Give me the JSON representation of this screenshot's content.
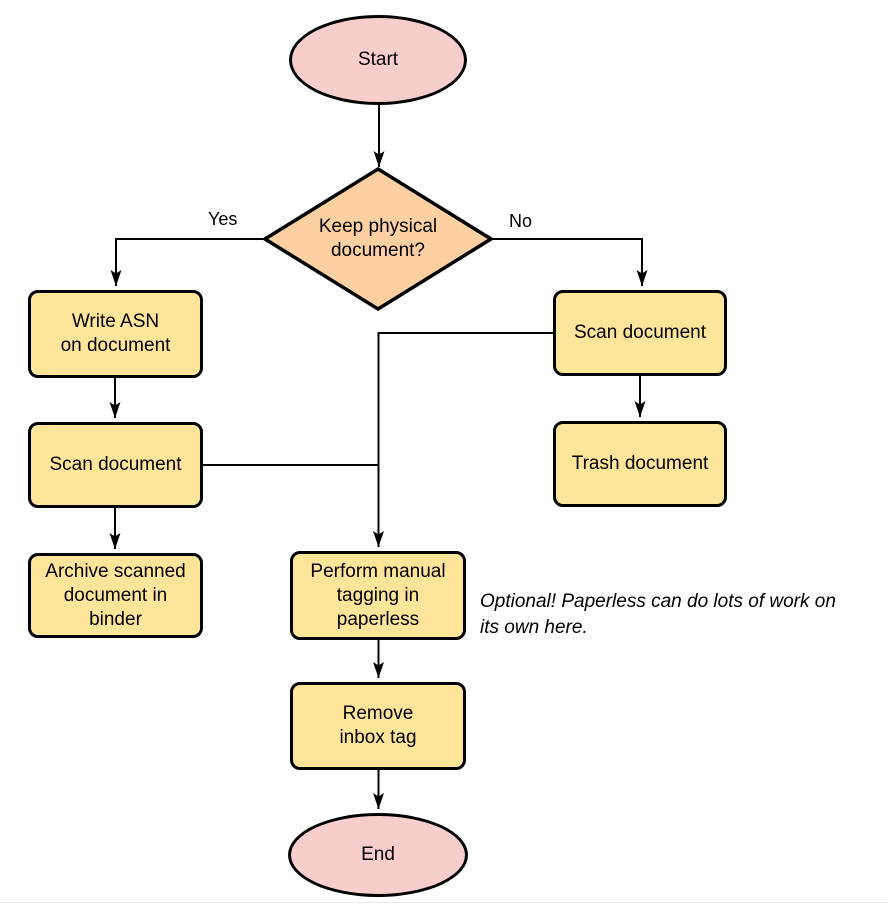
{
  "diagram": {
    "type": "flowchart",
    "nodes": {
      "start": {
        "label": "Start",
        "shape": "ellipse"
      },
      "decision": {
        "label": "Keep physical\ndocument?",
        "shape": "diamond"
      },
      "write_asn": {
        "label": "Write ASN\non document",
        "shape": "rect"
      },
      "scan_left": {
        "label": "Scan document",
        "shape": "rect"
      },
      "archive": {
        "label": "Archive scanned\ndocument in\nbinder",
        "shape": "rect"
      },
      "scan_right": {
        "label": "Scan document",
        "shape": "rect"
      },
      "trash": {
        "label": "Trash document",
        "shape": "rect"
      },
      "perform": {
        "label": "Perform manual\ntagging in\npaperless",
        "shape": "rect"
      },
      "remove": {
        "label": "Remove\ninbox tag",
        "shape": "rect"
      },
      "end": {
        "label": "End",
        "shape": "ellipse"
      }
    },
    "edges": [
      {
        "from": "start",
        "to": "decision",
        "label": ""
      },
      {
        "from": "decision",
        "to": "write_asn",
        "label": "Yes"
      },
      {
        "from": "decision",
        "to": "scan_right",
        "label": "No"
      },
      {
        "from": "write_asn",
        "to": "scan_left",
        "label": ""
      },
      {
        "from": "scan_left",
        "to": "archive",
        "label": ""
      },
      {
        "from": "scan_right",
        "to": "trash",
        "label": ""
      },
      {
        "from": "scan_left",
        "to": "perform",
        "label": ""
      },
      {
        "from": "scan_right",
        "to": "perform",
        "label": ""
      },
      {
        "from": "perform",
        "to": "remove",
        "label": ""
      },
      {
        "from": "remove",
        "to": "end",
        "label": ""
      }
    ],
    "note": "Optional! Paperless can do lots of work on\nits own here.",
    "colors": {
      "terminal_fill": "#f8cecc",
      "decision_fill": "#fcd0a0",
      "process_fill": "#ffe599",
      "stroke": "#000000",
      "text": "#000000"
    }
  }
}
